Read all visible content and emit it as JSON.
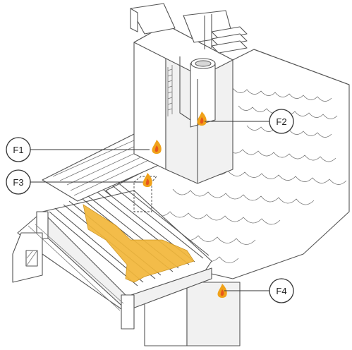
{
  "labels": [
    {
      "id": "F1",
      "text": "F1"
    },
    {
      "id": "F2",
      "text": "F2"
    },
    {
      "id": "F3",
      "text": "F3"
    },
    {
      "id": "F4",
      "text": "F4"
    }
  ],
  "colors": {
    "flame_outer": "#f0a21a",
    "flame_inner": "#e8571c",
    "highlight": "#f2b73a",
    "line": "#555555"
  },
  "icons": [
    "flame-icon"
  ]
}
